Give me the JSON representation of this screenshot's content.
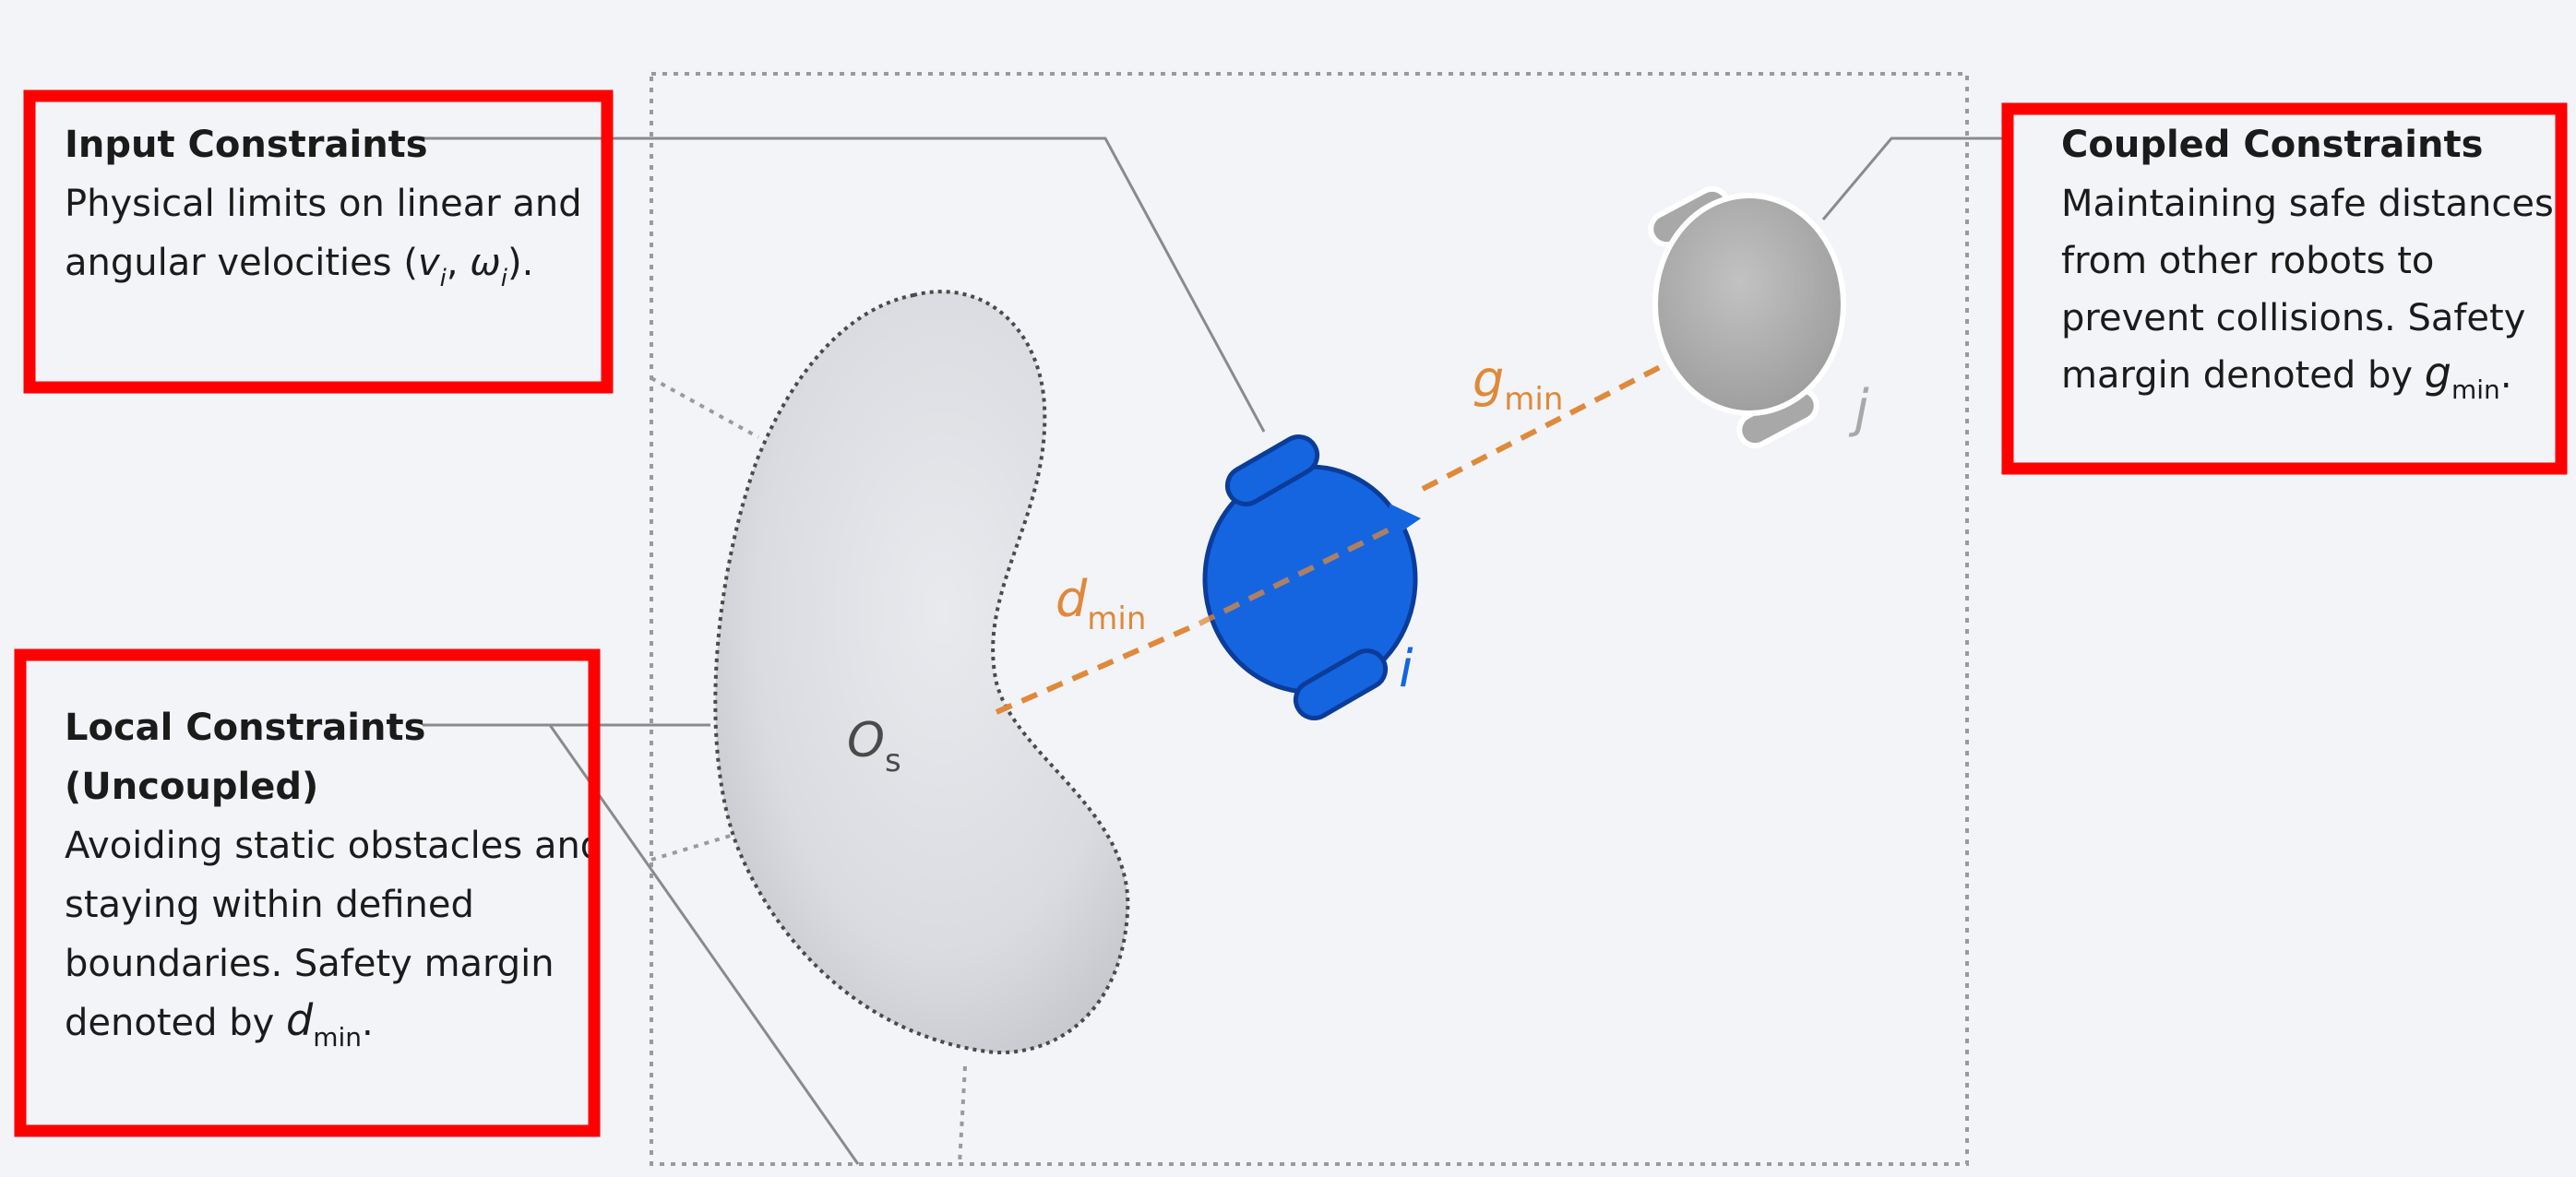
{
  "colors": {
    "background": "#f2f4f8",
    "highlight_box": "#ff0000",
    "robot_i": "#1565e0",
    "robot_j": "#a8a8a8",
    "margin_line": "#e0893a",
    "leader_line": "#8a8a8a"
  },
  "panels": {
    "input": {
      "title": "Input Constraints",
      "line1": "Physical limits on linear and",
      "line2_prefix": "angular velocities (",
      "v": "v",
      "v_sub": "i",
      "comma": ", ",
      "w": "ω",
      "w_sub": "i",
      "line2_suffix": ")."
    },
    "coupled": {
      "title": "Coupled Constraints",
      "line1": "Maintaining safe distances",
      "line2": "from other robots to",
      "line3": "prevent collisions. Safety",
      "line4_prefix": "margin denoted by ",
      "sym": "g",
      "sym_sub": "min",
      "line4_suffix": "."
    },
    "local": {
      "title1": "Local Constraints",
      "title2": "(Uncoupled)",
      "line1": "Avoiding static obstacles and",
      "line2": "staying within defined",
      "line3": "boundaries. Safety margin",
      "line4_prefix": "denoted by ",
      "sym": "d",
      "sym_sub": "min",
      "line4_suffix": "."
    }
  },
  "diagram": {
    "obstacle_label": "O",
    "obstacle_sub": "s",
    "robot_i_label": "i",
    "robot_j_label": "j",
    "dmin_label": "d",
    "dmin_sub": "min",
    "gmin_label": "g",
    "gmin_sub": "min"
  }
}
